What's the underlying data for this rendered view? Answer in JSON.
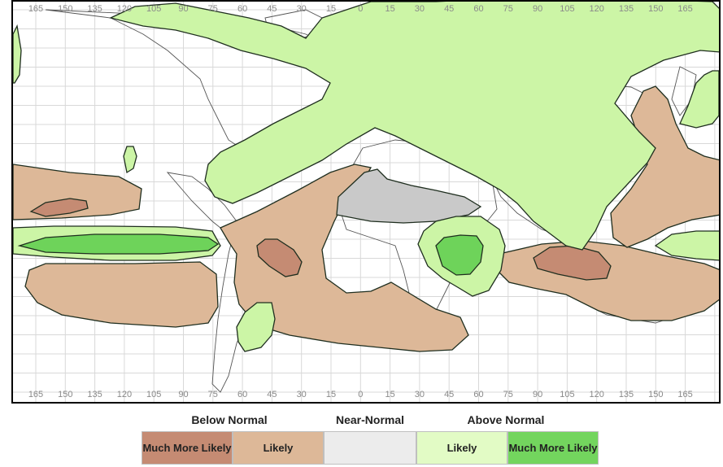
{
  "map": {
    "lon_ticks": [
      "165",
      "150",
      "135",
      "120",
      "105",
      "90",
      "75",
      "60",
      "45",
      "30",
      "15",
      "0",
      "15",
      "30",
      "45",
      "60",
      "75",
      "90",
      "105",
      "120",
      "135",
      "150",
      "165"
    ],
    "colors": {
      "below_much": "#c58b73",
      "below_likely": "#ddb898",
      "near_normal": "#c9c9c9",
      "above_likely": "#ccf5a6",
      "above_much": "#6ed35a",
      "outline": "#1f2e1f",
      "land": "#555555",
      "grid": "#d8d8d8"
    }
  },
  "legend": {
    "groups": {
      "below": "Below Normal",
      "near": "Near-Normal",
      "above": "Above Normal"
    },
    "items": [
      {
        "label": "Much More Likely",
        "color": "#c58b73"
      },
      {
        "label": "Likely",
        "color": "#ddb898"
      },
      {
        "label": "",
        "color": "#ececec"
      },
      {
        "label": "Likely",
        "color": "#e2fbc5"
      },
      {
        "label": "Much More Likely",
        "color": "#73d55e"
      }
    ]
  }
}
